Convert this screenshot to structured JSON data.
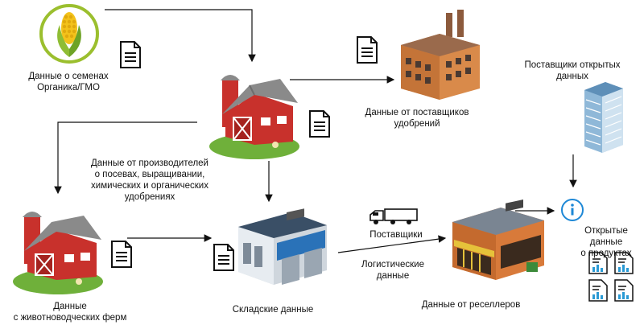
{
  "labels": {
    "seed_data": [
      "Данные о семенах",
      "Органика/ГМО"
    ],
    "fertilizer_suppliers": [
      "Данные от поставщиков",
      "удобрений"
    ],
    "open_data_suppliers": [
      "Поставщики открытых",
      "данных"
    ],
    "producers_data": [
      "Данные от производителей",
      "о посевах, выращивании,",
      "химических и органических",
      "удобрениях"
    ],
    "livestock_farms": [
      "Данные",
      "с животноводческих ферм"
    ],
    "warehouse_data": "Складские данные",
    "suppliers": "Поставщики",
    "logistics_data": "Логистические данные",
    "resellers_data": "Данные от реселлеров",
    "open_product_data": [
      "Открытые данные",
      "о продуктах"
    ]
  },
  "icons": {
    "seed": "corn-seed-icon",
    "barn": "barn-icon",
    "factory": "factory-icon",
    "office": "office-building-icon",
    "warehouse": "warehouse-icon",
    "store": "store-icon",
    "truck": "truck-icon",
    "document": "document-icon",
    "info": "info-icon",
    "report": "report-document-icon"
  },
  "colors": {
    "barn_red": "#c8312c",
    "roof_gray": "#8a8a8a",
    "grass_green": "#6fb03a",
    "seed_circle": "#9bbf2e",
    "info_blue": "#1e88d6",
    "report_bars": "#2a9ad4",
    "arrow": "#111111"
  }
}
